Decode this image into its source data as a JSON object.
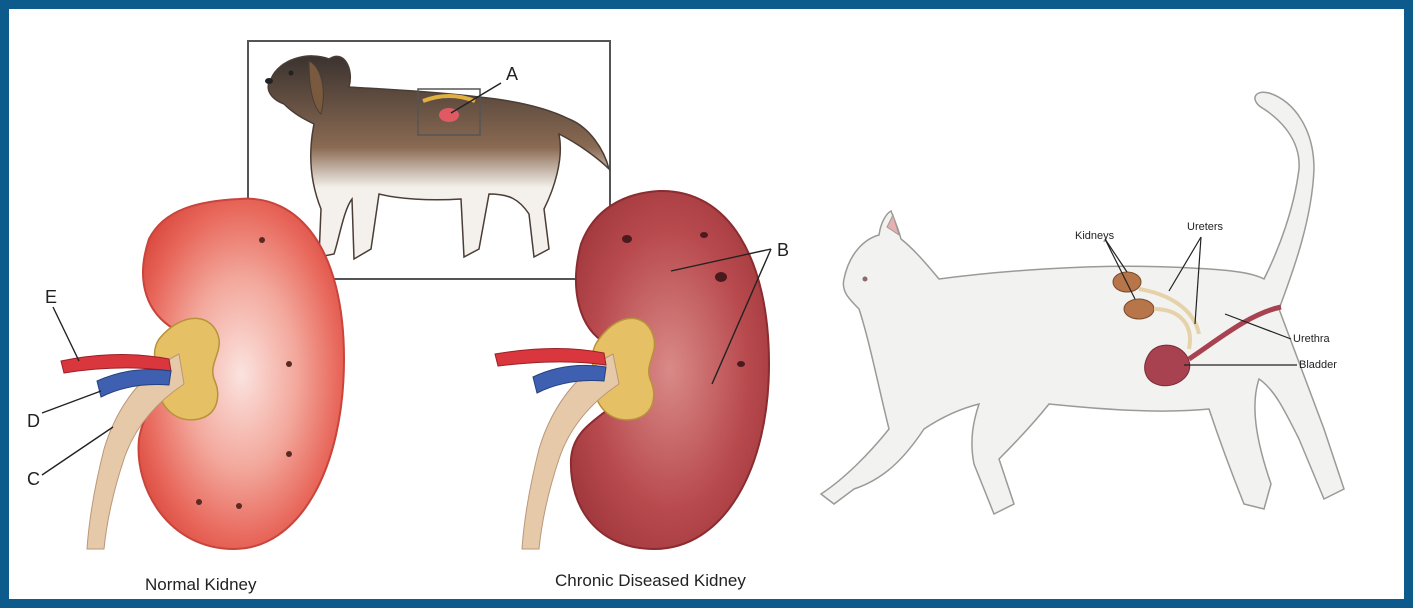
{
  "figure": {
    "border_color": "#0d5a8c",
    "captions": {
      "normal": "Normal Kidney",
      "diseased": "Chronic Diseased Kidney"
    },
    "letter_labels": {
      "a": "A",
      "b": "B",
      "c": "C",
      "d": "D",
      "e": "E"
    },
    "cat_labels": {
      "kidneys": "Kidneys",
      "ureters": "Ureters",
      "urethra": "Urethra",
      "bladder": "Bladder"
    },
    "colors": {
      "normal_kidney": "#e8665a",
      "diseased_kidney": "#b84a4e",
      "artery": "#d9363e",
      "vein": "#3f5fb0",
      "ureter": "#e6c9a8",
      "pelvis_fat": "#e6c064"
    }
  }
}
